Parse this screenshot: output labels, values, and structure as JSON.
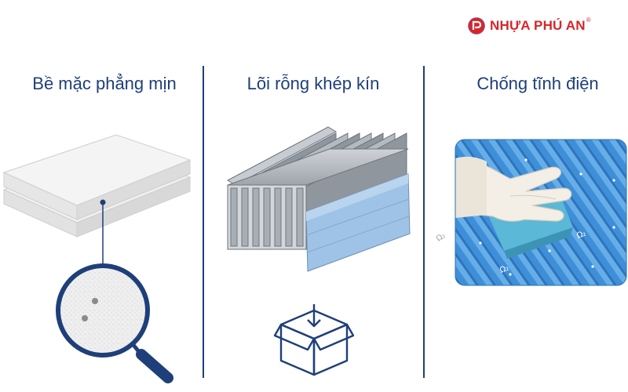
{
  "brand": {
    "name": "NHỰA PHÚ AN",
    "registered_mark": "®",
    "color": "#d7262b"
  },
  "columns": [
    {
      "title": "Bề mặc phẳng mịn",
      "icon": "smooth-sheet-magnifier-icon"
    },
    {
      "title": "Lõi rỗng khép kín",
      "icon": "hollow-core-box-icon"
    },
    {
      "title": "Chống tĩnh điện",
      "icon": "glove-wiping-sheet-photo"
    }
  ],
  "colors": {
    "navy": "#1e3f7a",
    "accent_blue": "#2f7fc3",
    "sheet_blue": "#9fc3e6"
  },
  "photo_marks": [
    "Ω₂",
    "Ω₂",
    "Ω₂"
  ]
}
